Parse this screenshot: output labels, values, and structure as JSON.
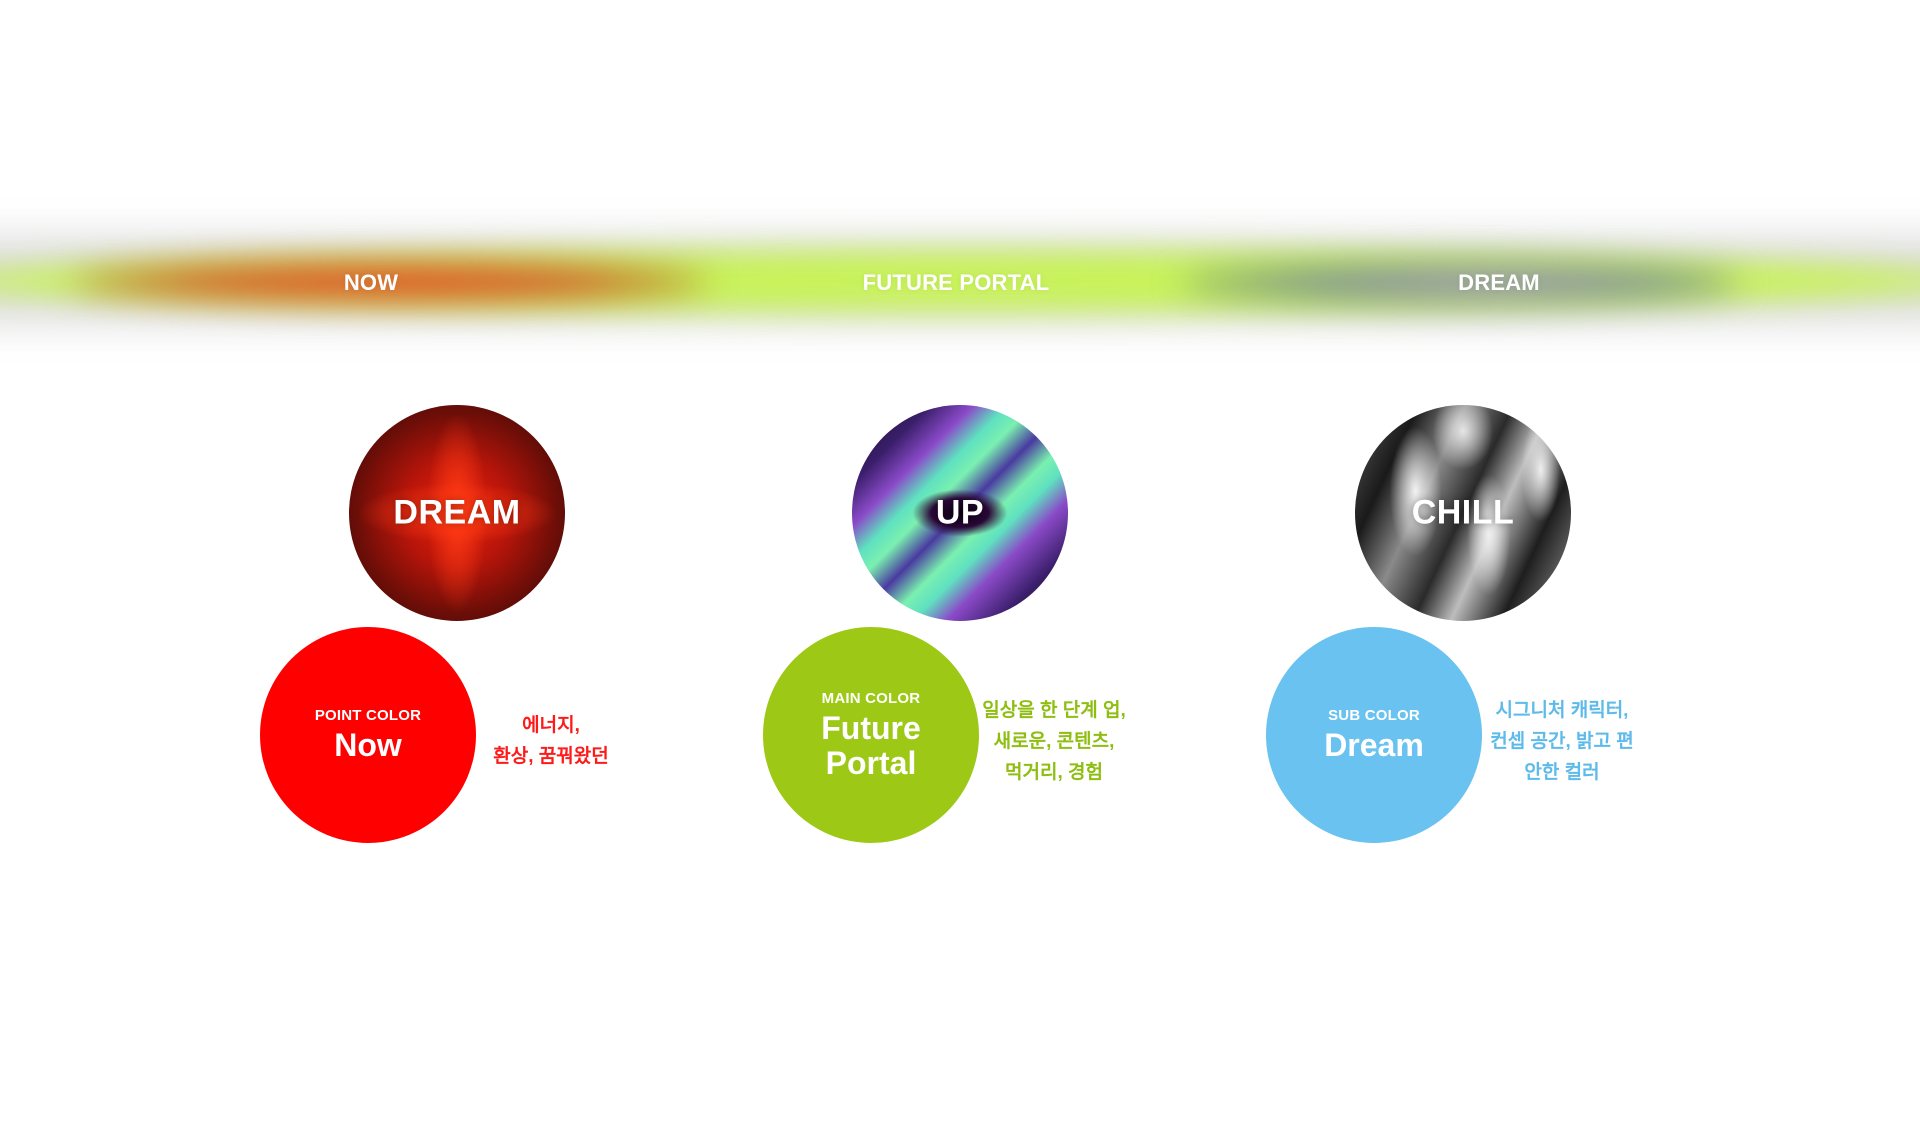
{
  "band": {
    "labels": {
      "now": "NOW",
      "future_portal": "FUTURE PORTAL",
      "dream": "DREAM"
    }
  },
  "moods": [
    {
      "word": "DREAM",
      "image": "red-symmetric-glow-image"
    },
    {
      "word": "UP",
      "image": "purple-green-portal-image"
    },
    {
      "word": "CHILL",
      "image": "monochrome-silk-image"
    }
  ],
  "colors": [
    {
      "kind": "POINT COLOR",
      "name_lines": [
        "Now"
      ],
      "hex": "#ff0000",
      "description_lines": [
        "에너지,",
        "환상, 꿈꿔왔던"
      ]
    },
    {
      "kind": "MAIN COLOR",
      "name_lines": [
        "Future",
        "Portal"
      ],
      "hex": "#9dc916",
      "description_lines": [
        "일상을 한 단계 업,",
        "새로운, 콘텐츠,",
        "먹거리, 경험"
      ]
    },
    {
      "kind": "SUB COLOR",
      "name_lines": [
        "Dream"
      ],
      "hex": "#69c2ef",
      "description_lines": [
        "시그니처 캐릭터,",
        "컨셉 공간, 밝고 편",
        "안한 컬러"
      ]
    }
  ]
}
